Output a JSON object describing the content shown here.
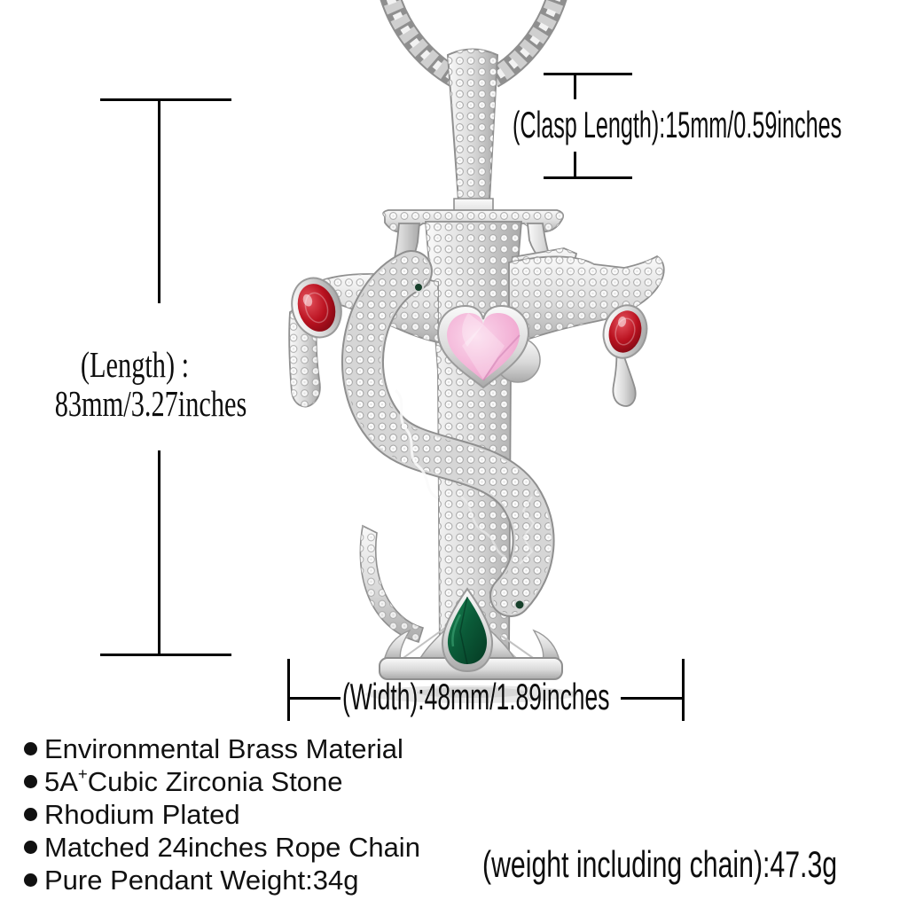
{
  "annotations": {
    "clasp": {
      "label": "(Clasp Length):15mm/0.59inches"
    },
    "length": {
      "line1": "(Length) :",
      "line2": "83mm/3.27inches"
    },
    "width": {
      "label": "(Width):48mm/1.89inches"
    },
    "weight": {
      "label": "(weight including chain):47.3g"
    }
  },
  "features": {
    "items": [
      {
        "text": "Environmental Brass Material"
      },
      {
        "prefix": "5A",
        "sup": "+",
        "rest": " Cubic Zirconia Stone"
      },
      {
        "text": "Rhodium Plated"
      },
      {
        "text": "Matched 24inches Rope Chain"
      },
      {
        "text": "Pure Pendant Weight:34g"
      }
    ]
  },
  "pendant": {
    "description": "Silver pave cubic-zirconia cross pendant with serpent S-band, red oval gems on both arms, pink heart gem in center, green pear gem at base, on a silver rope chain",
    "colors": {
      "metal_light": "#fafafa",
      "metal_mid": "#d9d9d9",
      "metal_dark": "#a9a9a9",
      "red_light": "#e4535e",
      "red_mid": "#ba1220",
      "red_dark": "#6e060f",
      "pink_light": "#fbd9ec",
      "pink_mid": "#f2aed4",
      "pink_dark": "#d985b8",
      "green_light": "#1c8a57",
      "green_mid": "#0b5c39",
      "green_dark": "#053a23",
      "eye_green": "#17402b",
      "dimension_line": "#000000",
      "text_ink": "#0d0d0d"
    }
  }
}
